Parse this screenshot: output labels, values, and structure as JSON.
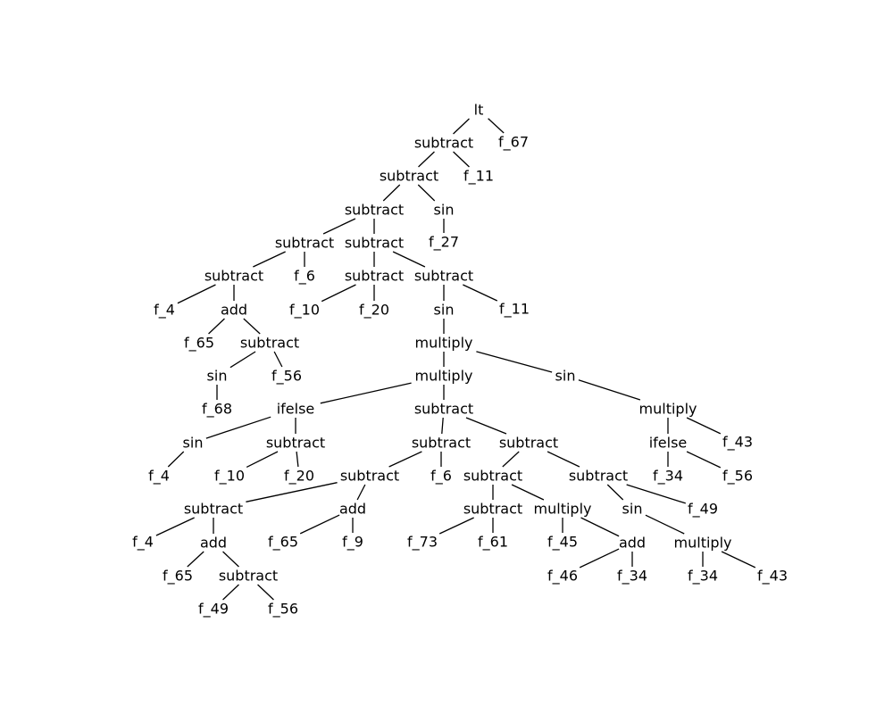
{
  "tree": {
    "label": "lt",
    "children": [
      {
        "label": "subtract",
        "children": [
          {
            "label": "subtract",
            "children": [
              {
                "label": "subtract",
                "children": [
                  {
                    "label": "subtract",
                    "children": [
                      {
                        "label": "subtract",
                        "children": [
                          {
                            "label": "f_4"
                          },
                          {
                            "label": "add",
                            "children": [
                              {
                                "label": "f_65"
                              },
                              {
                                "label": "subtract",
                                "children": [
                                  {
                                    "label": "sin",
                                    "children": [
                                      {
                                        "label": "f_68"
                                      }
                                    ]
                                  },
                                  {
                                    "label": "f_56"
                                  }
                                ]
                              }
                            ]
                          }
                        ]
                      },
                      {
                        "label": "f_6"
                      }
                    ]
                  },
                  {
                    "label": "subtract",
                    "children": [
                      {
                        "label": "subtract",
                        "children": [
                          {
                            "label": "f_10"
                          },
                          {
                            "label": "f_20"
                          }
                        ]
                      },
                      {
                        "label": "subtract",
                        "children": [
                          {
                            "label": "sin",
                            "children": [
                              {
                                "label": "multiply",
                                "children": [
                                  {
                                    "label": "multiply",
                                    "children": [
                                      {
                                        "label": "ifelse",
                                        "children": [
                                          {
                                            "label": "sin",
                                            "children": [
                                              {
                                                "label": "f_4"
                                              }
                                            ]
                                          },
                                          {
                                            "label": "subtract",
                                            "children": [
                                              {
                                                "label": "f_10"
                                              },
                                              {
                                                "label": "f_20"
                                              }
                                            ]
                                          }
                                        ]
                                      },
                                      {
                                        "label": "subtract",
                                        "children": [
                                          {
                                            "label": "subtract",
                                            "children": [
                                              {
                                                "label": "subtract",
                                                "children": [
                                                  {
                                                    "label": "subtract",
                                                    "children": [
                                                      {
                                                        "label": "f_4"
                                                      },
                                                      {
                                                        "label": "add",
                                                        "children": [
                                                          {
                                                            "label": "f_65"
                                                          },
                                                          {
                                                            "label": "subtract",
                                                            "children": [
                                                              {
                                                                "label": "f_49"
                                                              },
                                                              {
                                                                "label": "f_56"
                                                              }
                                                            ]
                                                          }
                                                        ]
                                                      }
                                                    ]
                                                  },
                                                  {
                                                    "label": "add",
                                                    "children": [
                                                      {
                                                        "label": "f_65"
                                                      },
                                                      {
                                                        "label": "f_9"
                                                      }
                                                    ]
                                                  }
                                                ]
                                              },
                                              {
                                                "label": "f_6"
                                              }
                                            ]
                                          },
                                          {
                                            "label": "subtract",
                                            "children": [
                                              {
                                                "label": "subtract",
                                                "children": [
                                                  {
                                                    "label": "subtract",
                                                    "children": [
                                                      {
                                                        "label": "f_73"
                                                      },
                                                      {
                                                        "label": "f_61"
                                                      }
                                                    ]
                                                  },
                                                  {
                                                    "label": "multiply",
                                                    "children": [
                                                      {
                                                        "label": "f_45"
                                                      },
                                                      {
                                                        "label": "add",
                                                        "children": [
                                                          {
                                                            "label": "f_46"
                                                          },
                                                          {
                                                            "label": "f_34"
                                                          }
                                                        ]
                                                      }
                                                    ]
                                                  }
                                                ]
                                              },
                                              {
                                                "label": "subtract",
                                                "children": [
                                                  {
                                                    "label": "sin",
                                                    "children": [
                                                      {
                                                        "label": "multiply",
                                                        "children": [
                                                          {
                                                            "label": "f_34"
                                                          },
                                                          {
                                                            "label": "f_43"
                                                          }
                                                        ]
                                                      }
                                                    ]
                                                  },
                                                  {
                                                    "label": "f_49"
                                                  }
                                                ]
                                              }
                                            ]
                                          }
                                        ]
                                      }
                                    ]
                                  },
                                  {
                                    "label": "sin",
                                    "children": [
                                      {
                                        "label": "multiply",
                                        "children": [
                                          {
                                            "label": "ifelse",
                                            "children": [
                                              {
                                                "label": "f_34"
                                              },
                                              {
                                                "label": "f_56"
                                              }
                                            ]
                                          },
                                          {
                                            "label": "f_43"
                                          }
                                        ]
                                      }
                                    ]
                                  }
                                ]
                              }
                            ]
                          },
                          {
                            "label": "f_11"
                          }
                        ]
                      }
                    ]
                  }
                ]
              },
              {
                "label": "sin",
                "children": [
                  {
                    "label": "f_27"
                  }
                ]
              }
            ]
          },
          {
            "label": "f_11"
          }
        ]
      },
      {
        "label": "f_67"
      }
    ]
  }
}
